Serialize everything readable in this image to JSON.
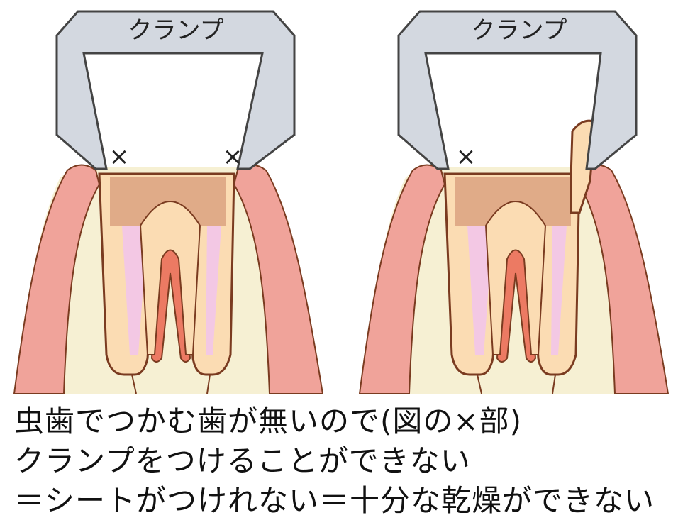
{
  "diagrams": [
    {
      "clamp_label": "クランプ",
      "marks": [
        "×",
        "×"
      ]
    },
    {
      "clamp_label": "クランプ",
      "marks": [
        "×"
      ]
    }
  ],
  "caption": {
    "lines": [
      "虫歯でつかむ歯が無いので(図の×部)",
      "クランプをつけることができない",
      "＝シートがつけれない＝十分な乾燥ができない"
    ]
  },
  "colors": {
    "clamp": "#d3d8e0",
    "bone": "#f6f0d3",
    "gum": "#f0a39a",
    "dentin": "#fbdcb3",
    "pulp": "#f3c8e4",
    "decay": "#e0ab88",
    "root_core": "#ec7a63",
    "outline": "#7a3b20"
  }
}
